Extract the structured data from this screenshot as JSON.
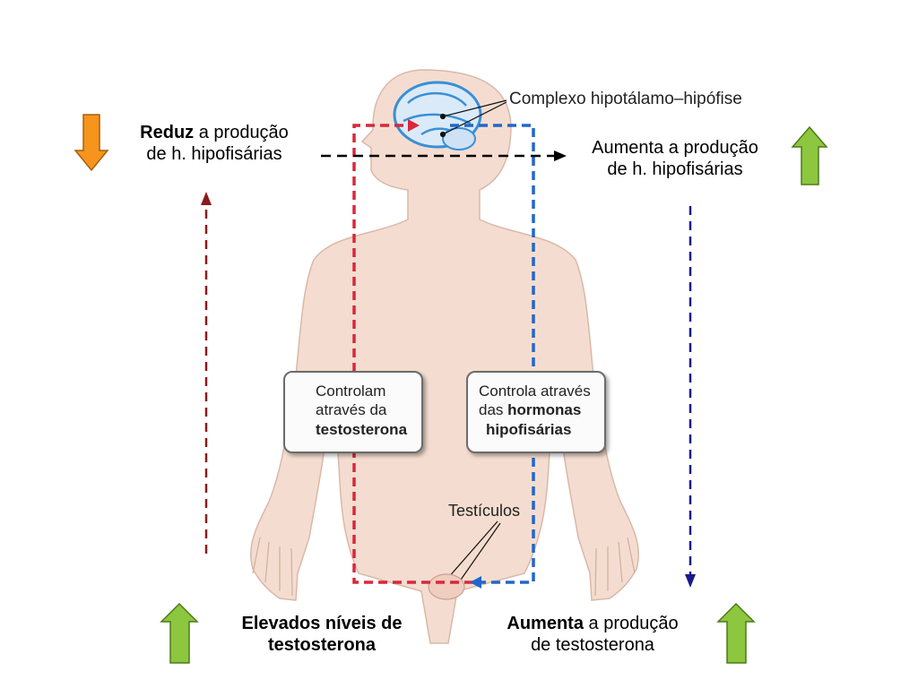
{
  "labels": {
    "complex": "Complexo hipotálamo–hipófise",
    "testicles": "Testículos"
  },
  "left_top": {
    "bold": "Reduz",
    "rest": " a produção",
    "line2": "de h. hipofisárias"
  },
  "right_top": {
    "line1": "Aumenta a produção",
    "line2": "de h. hipofisárias"
  },
  "box_left": {
    "line1": "Controlam",
    "line2": "através da",
    "line3": "testosterona"
  },
  "box_right": {
    "line1": "Controla através",
    "line2_pre": "das ",
    "line2_bold": "hormonas",
    "line3": "hipofisárias"
  },
  "bottom_left": {
    "line1": "Elevados níveis de",
    "line2": "testosterona"
  },
  "bottom_right": {
    "bold": "Aumenta",
    "rest": " a produção",
    "line2": "de testosterona"
  },
  "colors": {
    "red_path": "#d8283a",
    "blue_path": "#2266cc",
    "dark_red": "#8b1a1a",
    "dark_blue": "#1a1a8b",
    "orange_arrow": "#f7941d",
    "green_arrow": "#8dc63f",
    "skin": "#f4ddd0"
  },
  "icons": [
    "arrow-down-icon",
    "arrow-up-icon"
  ]
}
